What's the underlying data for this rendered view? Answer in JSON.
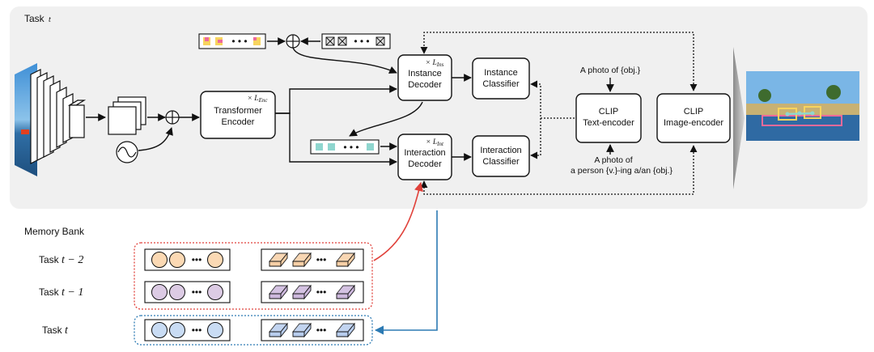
{
  "main_panel": {
    "task_title": "Task",
    "task_subscript": "t"
  },
  "nodes": {
    "transformer_encoder": {
      "line1": "Transformer",
      "line2": "Encoder",
      "repeat": "× L",
      "repeat_sub": "Enc"
    },
    "instance_decoder": {
      "line1": "Instance",
      "line2": "Decoder",
      "repeat": "× L",
      "repeat_sub": "Ins"
    },
    "interaction_decoder": {
      "line1": "Interaction",
      "line2": "Decoder",
      "repeat": "× L",
      "repeat_sub": "Int"
    },
    "instance_classifier": {
      "line1": "Instance",
      "line2": "Classifier"
    },
    "interaction_classifier": {
      "line1": "Interaction",
      "line2": "Classifier"
    },
    "clip_text_encoder": {
      "line1": "CLIP",
      "line2": "Text-encoder"
    },
    "clip_image_encoder": {
      "line1": "CLIP",
      "line2": "Image-encoder"
    }
  },
  "prompts": {
    "object_prompt": "A photo of {obj.}",
    "interaction_prompt_line1": "A photo of",
    "interaction_prompt_line2": "a person {v.}-ing a/an {obj.}"
  },
  "memory_bank": {
    "title": "Memory Bank",
    "rows": [
      {
        "label": "Task",
        "math": "t − 2",
        "circle_color": "#fbd9b4",
        "prism_color": "#f7cfa6"
      },
      {
        "label": "Task",
        "math": "t − 1",
        "circle_color": "#dccbe4",
        "prism_color": "#cdb8dd"
      },
      {
        "label": "Task",
        "math": "t",
        "circle_color": "#c9dcf4",
        "prism_color": "#b8cdee"
      }
    ]
  },
  "colors": {
    "panel_bg": "#f0f0f0",
    "memory_border_old": "#e0413a",
    "memory_border_current": "#2c7ab3",
    "arrow_red": "#e0413a",
    "arrow_blue": "#2c7ab3",
    "query_yellow": "#f7d45e",
    "query_pink": "#ee6a9a",
    "query_teal": "#8fd6cf"
  }
}
